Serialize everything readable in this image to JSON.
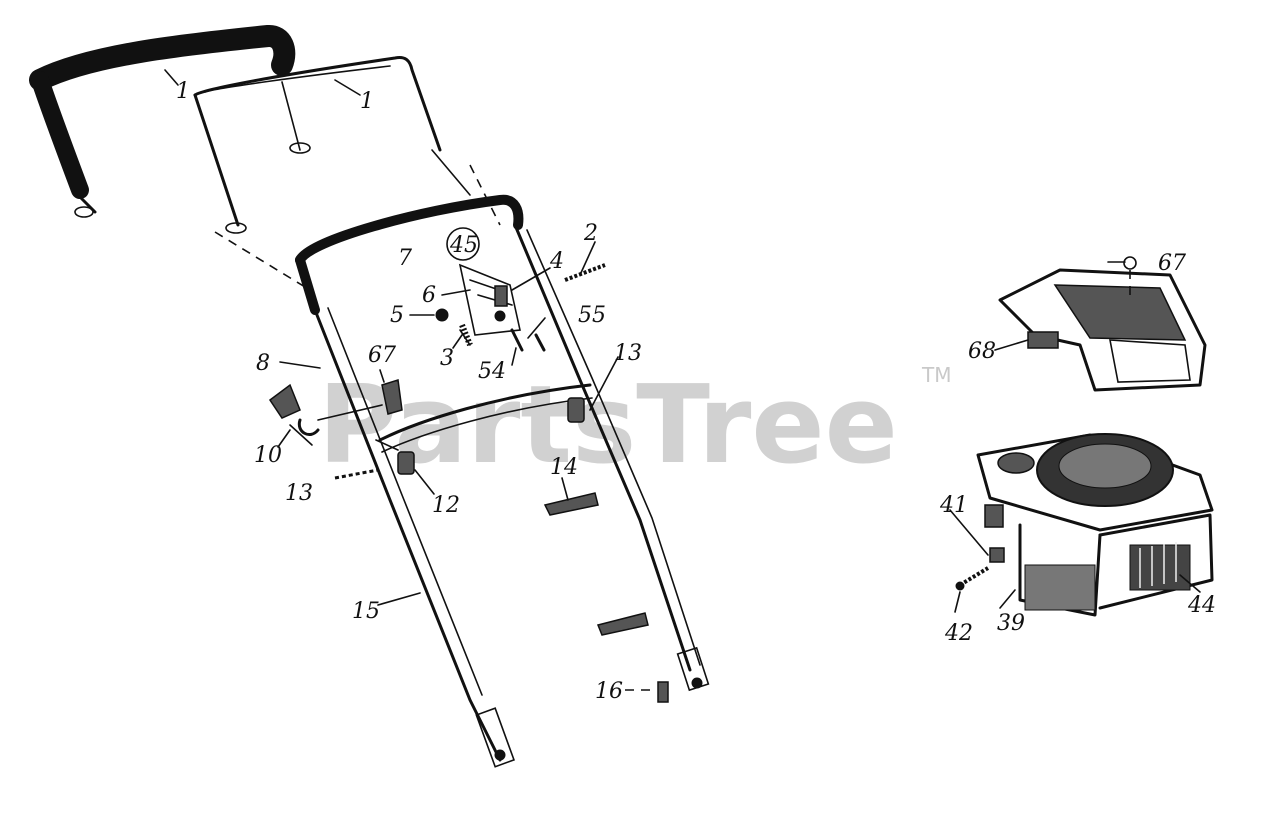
{
  "watermark": {
    "brand": "PartsTree",
    "trademark": "TM"
  },
  "callouts": [
    {
      "id": "c1a",
      "label": "1"
    },
    {
      "id": "c1b",
      "label": "1"
    },
    {
      "id": "c2",
      "label": "2"
    },
    {
      "id": "c3",
      "label": "3"
    },
    {
      "id": "c4",
      "label": "4"
    },
    {
      "id": "c5",
      "label": "5"
    },
    {
      "id": "c6",
      "label": "6"
    },
    {
      "id": "c7",
      "label": "7"
    },
    {
      "id": "c8",
      "label": "8"
    },
    {
      "id": "c10",
      "label": "10"
    },
    {
      "id": "c12",
      "label": "12"
    },
    {
      "id": "c13a",
      "label": "13"
    },
    {
      "id": "c13b",
      "label": "13"
    },
    {
      "id": "c14",
      "label": "14"
    },
    {
      "id": "c15",
      "label": "15"
    },
    {
      "id": "c16",
      "label": "16"
    },
    {
      "id": "c39",
      "label": "39"
    },
    {
      "id": "c41",
      "label": "41"
    },
    {
      "id": "c42",
      "label": "42"
    },
    {
      "id": "c44",
      "label": "44"
    },
    {
      "id": "c45",
      "label": "45"
    },
    {
      "id": "c54",
      "label": "54"
    },
    {
      "id": "c55",
      "label": "55"
    },
    {
      "id": "c67a",
      "label": "67"
    },
    {
      "id": "c67b",
      "label": "67"
    },
    {
      "id": "c68",
      "label": "68"
    }
  ]
}
